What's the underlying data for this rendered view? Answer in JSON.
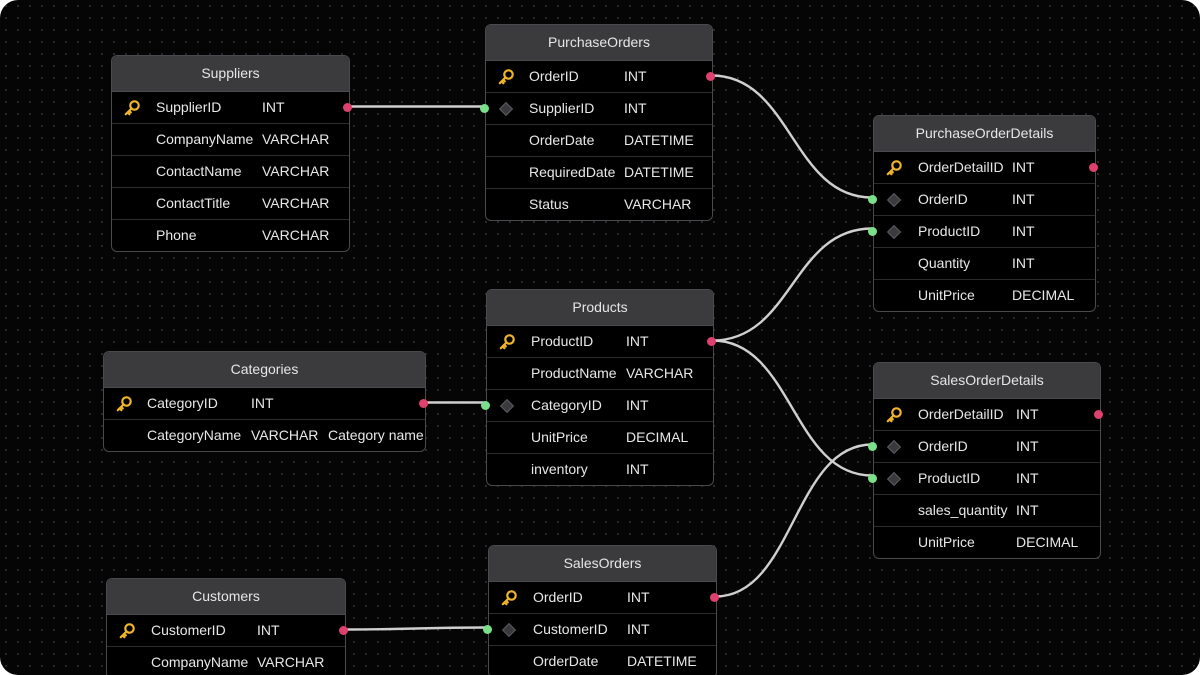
{
  "colors": {
    "background": "#050506",
    "header": "#3b3b3e",
    "primary_key_icon": "#f0b429",
    "outgoing_connector": "#e0406e",
    "incoming_connector": "#7be08a",
    "link": "#cfcfcf"
  },
  "tables": {
    "suppliers": {
      "title": "Suppliers",
      "rows": [
        {
          "name": "SupplierID",
          "type": "INT",
          "key": "primary"
        },
        {
          "name": "CompanyName",
          "type": "VARCHAR"
        },
        {
          "name": "ContactName",
          "type": "VARCHAR"
        },
        {
          "name": "ContactTitle",
          "type": "VARCHAR"
        },
        {
          "name": "Phone",
          "type": "VARCHAR"
        }
      ]
    },
    "purchase_orders": {
      "title": "PurchaseOrders",
      "rows": [
        {
          "name": "OrderID",
          "type": "INT",
          "key": "primary"
        },
        {
          "name": "SupplierID",
          "type": "INT",
          "key": "foreign"
        },
        {
          "name": "OrderDate",
          "type": "DATETIME"
        },
        {
          "name": "RequiredDate",
          "type": "DATETIME"
        },
        {
          "name": "Status",
          "type": "VARCHAR"
        }
      ]
    },
    "purchase_order_details": {
      "title": "PurchaseOrderDetails",
      "rows": [
        {
          "name": "OrderDetailID",
          "type": "INT",
          "key": "primary"
        },
        {
          "name": "OrderID",
          "type": "INT",
          "key": "foreign"
        },
        {
          "name": "ProductID",
          "type": "INT",
          "key": "foreign"
        },
        {
          "name": "Quantity",
          "type": "INT"
        },
        {
          "name": "UnitPrice",
          "type": "DECIMAL"
        }
      ]
    },
    "products": {
      "title": "Products",
      "rows": [
        {
          "name": "ProductID",
          "type": "INT",
          "key": "primary"
        },
        {
          "name": "ProductName",
          "type": "VARCHAR"
        },
        {
          "name": "CategoryID",
          "type": "INT",
          "key": "foreign"
        },
        {
          "name": "UnitPrice",
          "type": "DECIMAL"
        },
        {
          "name": "inventory",
          "type": "INT"
        }
      ]
    },
    "categories": {
      "title": "Categories",
      "rows": [
        {
          "name": "CategoryID",
          "type": "INT",
          "key": "primary"
        },
        {
          "name": "CategoryName",
          "type": "VARCHAR",
          "comment": "Category name"
        }
      ]
    },
    "sales_order_details": {
      "title": "SalesOrderDetails",
      "rows": [
        {
          "name": "OrderDetailID",
          "type": "INT",
          "key": "primary"
        },
        {
          "name": "OrderID",
          "type": "INT",
          "key": "foreign"
        },
        {
          "name": "ProductID",
          "type": "INT",
          "key": "foreign"
        },
        {
          "name": "sales_quantity",
          "type": "INT"
        },
        {
          "name": "UnitPrice",
          "type": "DECIMAL"
        }
      ]
    },
    "sales_orders": {
      "title": "SalesOrders",
      "rows": [
        {
          "name": "OrderID",
          "type": "INT",
          "key": "primary"
        },
        {
          "name": "CustomerID",
          "type": "INT",
          "key": "foreign"
        },
        {
          "name": "OrderDate",
          "type": "DATETIME"
        }
      ]
    },
    "customers": {
      "title": "Customers",
      "rows": [
        {
          "name": "CustomerID",
          "type": "INT",
          "key": "primary"
        },
        {
          "name": "CompanyName",
          "type": "VARCHAR"
        }
      ]
    }
  },
  "relationships": [
    {
      "from": "suppliers.SupplierID",
      "to": "purchase_orders.SupplierID"
    },
    {
      "from": "purchase_orders.OrderID",
      "to": "purchase_order_details.OrderID"
    },
    {
      "from": "products.ProductID",
      "to": "purchase_order_details.ProductID"
    },
    {
      "from": "products.ProductID",
      "to": "sales_order_details.ProductID"
    },
    {
      "from": "categories.CategoryID",
      "to": "products.CategoryID"
    },
    {
      "from": "sales_orders.OrderID",
      "to": "sales_order_details.OrderID"
    },
    {
      "from": "customers.CustomerID",
      "to": "sales_orders.CustomerID"
    }
  ]
}
